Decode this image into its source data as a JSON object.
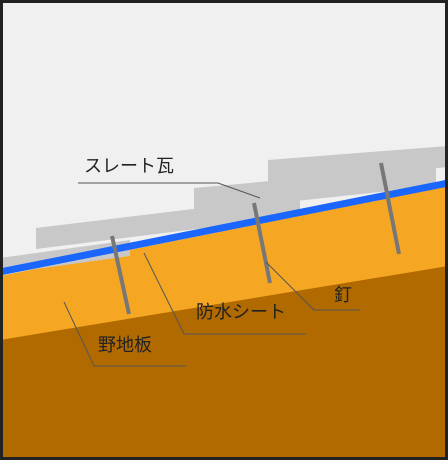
{
  "labels": {
    "slate": "スレート瓦",
    "nail": "釘",
    "waterproof_sheet": "防水シート",
    "sheathing": "野地板"
  },
  "colors": {
    "sky": "#f0f0f0",
    "frame": "#222222",
    "slate": "#c8c8c8",
    "waterproof_sheet": "#1a66ff",
    "sheathing_top": "#f5a623",
    "sheathing_body": "#b06a00",
    "nail": "#777777",
    "leader": "#555555"
  }
}
